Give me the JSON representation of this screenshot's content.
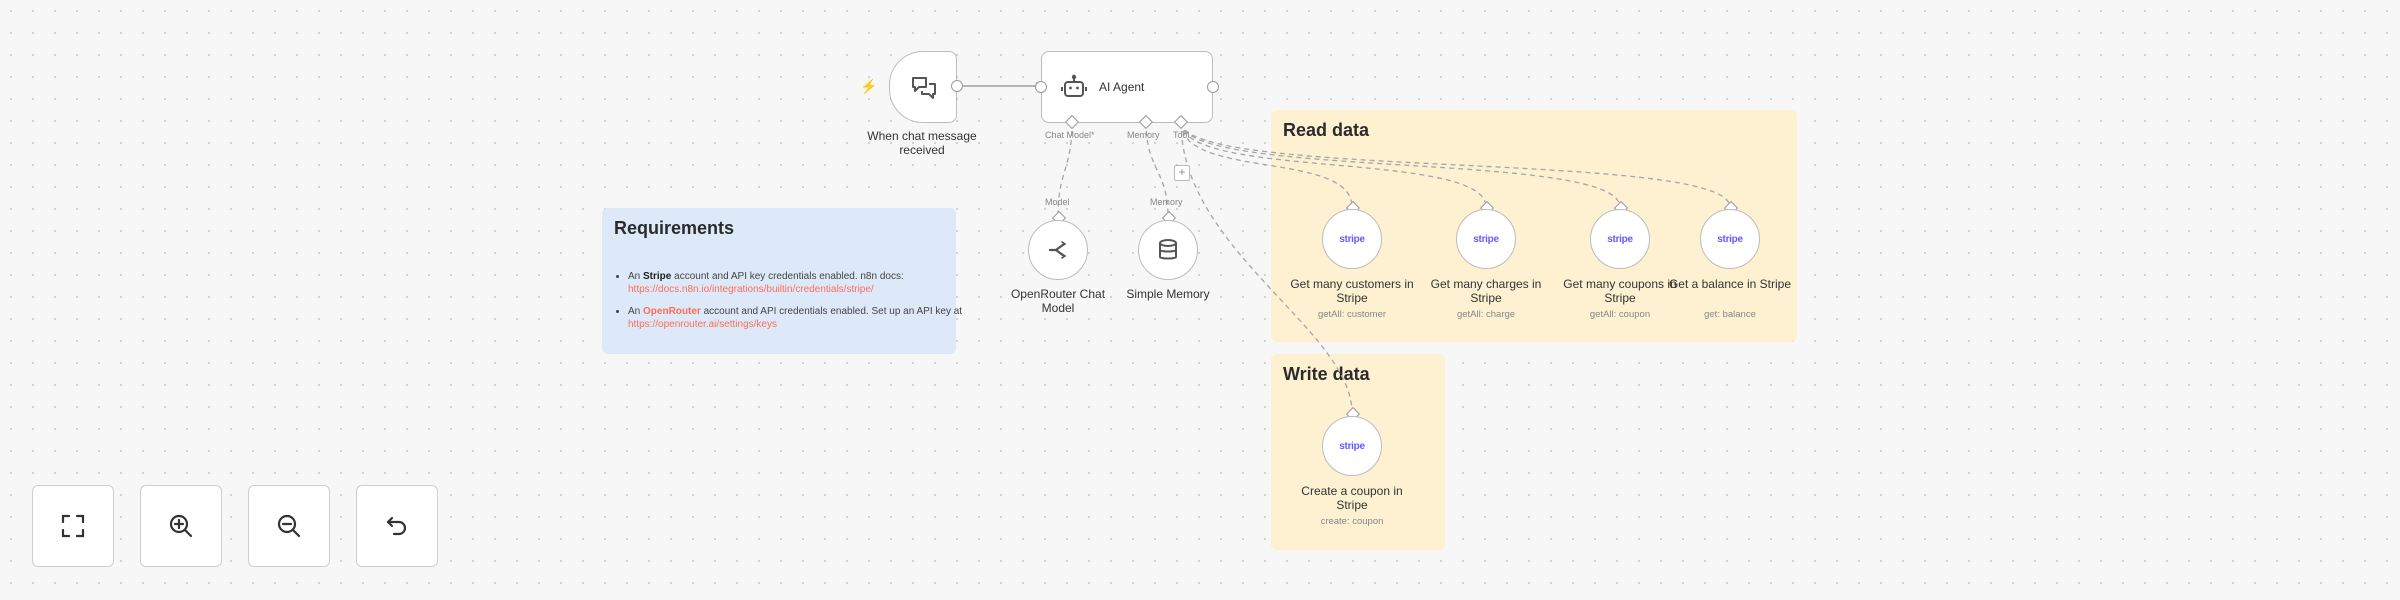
{
  "app": {
    "title": "n8n workflow editor"
  },
  "sticky_notes": {
    "read": {
      "title": "Read data"
    },
    "write": {
      "title": "Write data"
    },
    "requirements": {
      "title": "Requirements",
      "items": [
        {
          "prefix": "An ",
          "brand": "Stripe",
          "rest": " account and API key credentials enabled. n8n docs: ",
          "link": "https://docs.n8n.io/integrations/builtin/credentials/stripe/"
        },
        {
          "prefix": "An ",
          "brand": "OpenRouter",
          "rest": " account and API credentials enabled. Set up an API key at ",
          "link": "https://openrouter.ai/settings/keys"
        }
      ]
    }
  },
  "nodes": {
    "trigger": {
      "label": "When chat message received",
      "icon": "chat-bubbles-icon"
    },
    "agent": {
      "label": "AI Agent",
      "icon": "robot-icon",
      "ports": {
        "chat_model": "Chat Model*",
        "memory": "Memory",
        "tool": "Tool"
      }
    },
    "openrouter": {
      "label": "OpenRouter Chat Model",
      "port_label": "Model",
      "icon": "openrouter-icon"
    },
    "memory": {
      "label": "Simple Memory",
      "port_label": "Memory",
      "icon": "database-icon"
    },
    "stripe_logo": "stripe",
    "stripe_tools": [
      {
        "label": "Get many customers in Stripe",
        "sub": "getAll: customer"
      },
      {
        "label": "Get many charges in Stripe",
        "sub": "getAll: charge"
      },
      {
        "label": "Get many coupons in Stripe",
        "sub": "getAll: coupon"
      },
      {
        "label": "Get a balance in Stripe",
        "sub": "get: balance"
      }
    ],
    "stripe_write": {
      "label": "Create a coupon in Stripe",
      "sub": "create: coupon"
    }
  },
  "controls": [
    {
      "name": "fit-view",
      "icon": "fullscreen-icon"
    },
    {
      "name": "zoom-in",
      "icon": "zoom-in-icon"
    },
    {
      "name": "zoom-out",
      "icon": "zoom-out-icon"
    },
    {
      "name": "reset-zoom",
      "icon": "undo-icon"
    }
  ],
  "colors": {
    "accent": "#ff6d5a",
    "stripe": "#635bff",
    "sticky_yellow": "#fdf1d2",
    "sticky_blue": "#dde9f8"
  }
}
